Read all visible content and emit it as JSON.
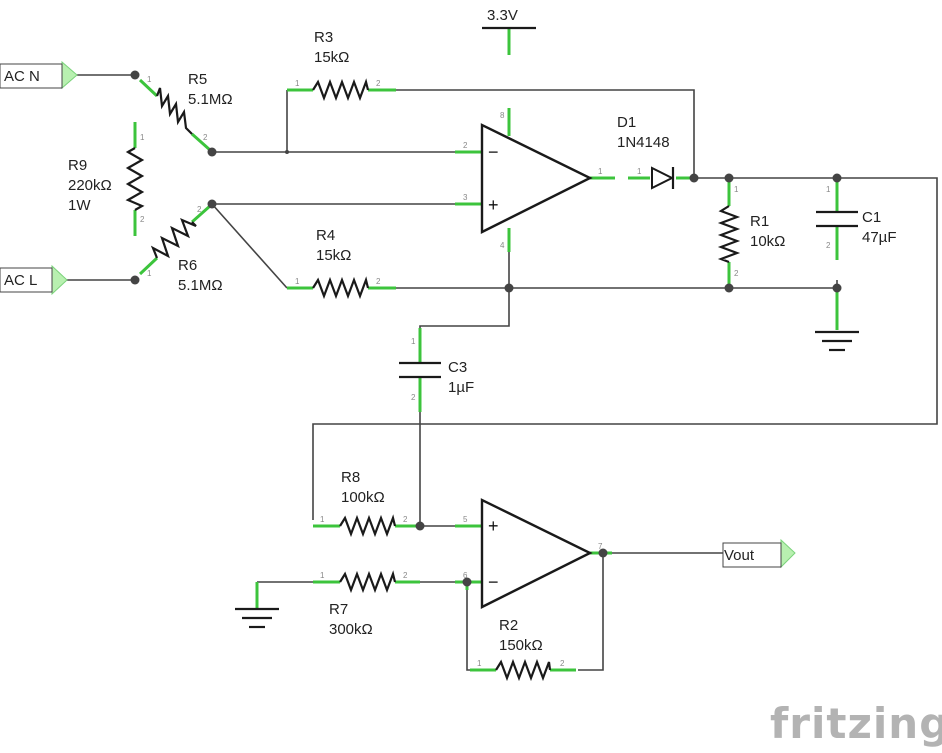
{
  "colors": {
    "wire": "#444444",
    "pin": "#3cc43c",
    "part": "#1a1a1a",
    "port_fill": "#b8f0b0",
    "logo": "#b3b3b3"
  },
  "ports": {
    "ac_n": "AC N",
    "ac_l": "AC L",
    "vout": "Vout"
  },
  "supply": {
    "label": "3.3V"
  },
  "parts": {
    "r1": {
      "ref": "R1",
      "value": "10kΩ"
    },
    "r2": {
      "ref": "R2",
      "value": "150kΩ"
    },
    "r3": {
      "ref": "R3",
      "value": "15kΩ"
    },
    "r4": {
      "ref": "R4",
      "value": "15kΩ"
    },
    "r5": {
      "ref": "R5",
      "value": "5.1MΩ"
    },
    "r6": {
      "ref": "R6",
      "value": "5.1MΩ"
    },
    "r7": {
      "ref": "R7",
      "value": "300kΩ"
    },
    "r8": {
      "ref": "R8",
      "value": "100kΩ"
    },
    "r9": {
      "ref": "R9",
      "value": "220kΩ",
      "rating": "1W"
    },
    "c1": {
      "ref": "C1",
      "value": "47µF"
    },
    "c3": {
      "ref": "C3",
      "value": "1µF"
    },
    "d1": {
      "ref": "D1",
      "value": "1N4148"
    }
  },
  "opamp1": {
    "pins": [
      "2",
      "3",
      "1",
      "8",
      "4"
    ],
    "minus": "−",
    "plus": "+"
  },
  "opamp2": {
    "pins": [
      "5",
      "6",
      "7"
    ],
    "minus": "−",
    "plus": "+"
  },
  "pin_numbers": [
    "1",
    "2"
  ],
  "logo": {
    "text": "fritzing"
  }
}
